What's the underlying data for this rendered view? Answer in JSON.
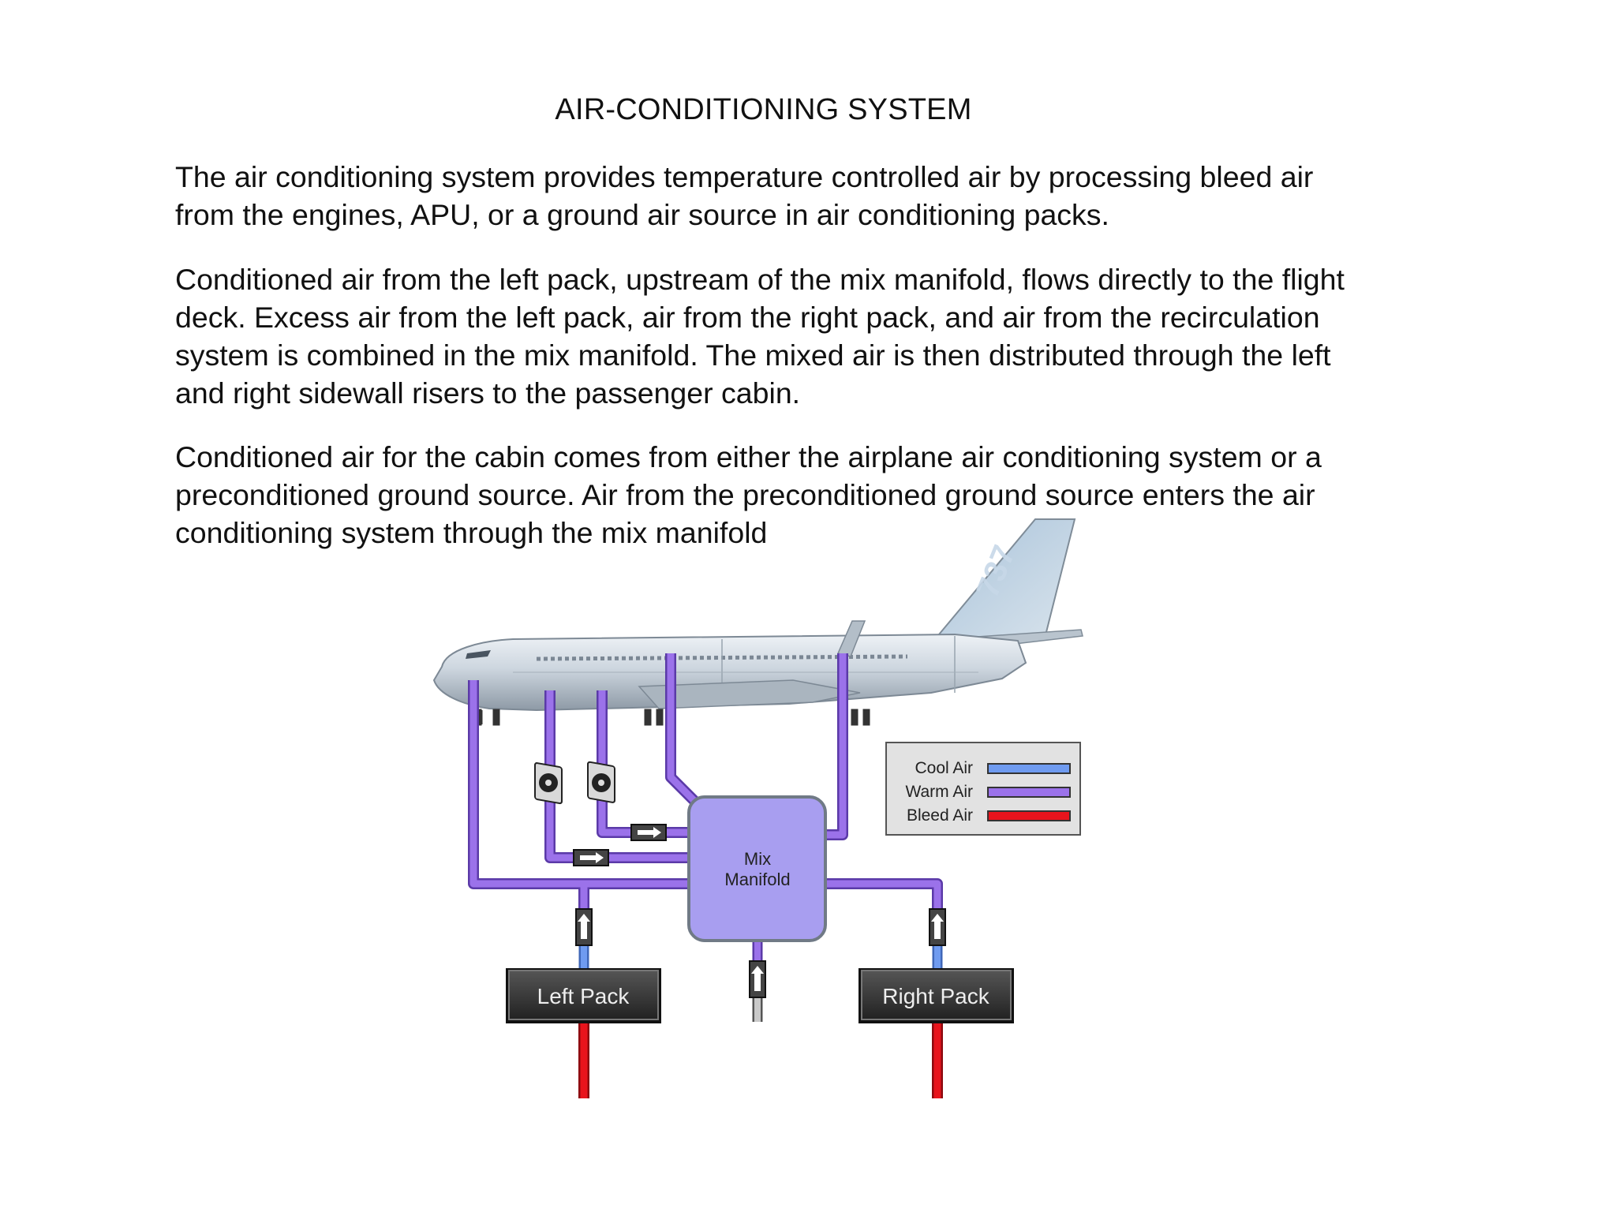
{
  "title": "AIR-CONDITIONING SYSTEM",
  "paragraphs": [
    "The air conditioning system provides temperature controlled air by processing bleed air from the engines, APU, or a ground air source in air conditioning packs.",
    "Conditioned air from the left pack, upstream of the mix manifold, flows directly to the flight deck. Excess air from the left pack, air from the right pack, and air from the recirculation system is combined in the mix manifold. The mixed air is then distributed through the left and right sidewall risers to the passenger cabin.",
    "Conditioned air for the cabin comes from either the airplane air conditioning system or a preconditioned ground source. Air from the preconditioned ground source enters the air conditioning system through the mix manifold"
  ],
  "diagram": {
    "airplane_tail_marking": "737",
    "mix_manifold": [
      "Mix",
      "Manifold"
    ],
    "left_pack": "Left Pack",
    "right_pack": "Right Pack",
    "legend": [
      {
        "label": "Cool Air",
        "color": "#6f9bf0"
      },
      {
        "label": "Warm Air",
        "color": "#9b72ea"
      },
      {
        "label": "Bleed Air",
        "color": "#e8141c"
      }
    ],
    "colors": {
      "warm_duct": "#9b72ea",
      "warm_duct_edge": "#5b3aa8",
      "cool_duct": "#6f9bf0",
      "bleed_duct": "#e8141c",
      "ground_duct": "#c9c9c9",
      "manifold_fill": "#a89ef0",
      "pack_fill": "#3a3a3a",
      "fuselage": "#c8d2dc"
    }
  }
}
